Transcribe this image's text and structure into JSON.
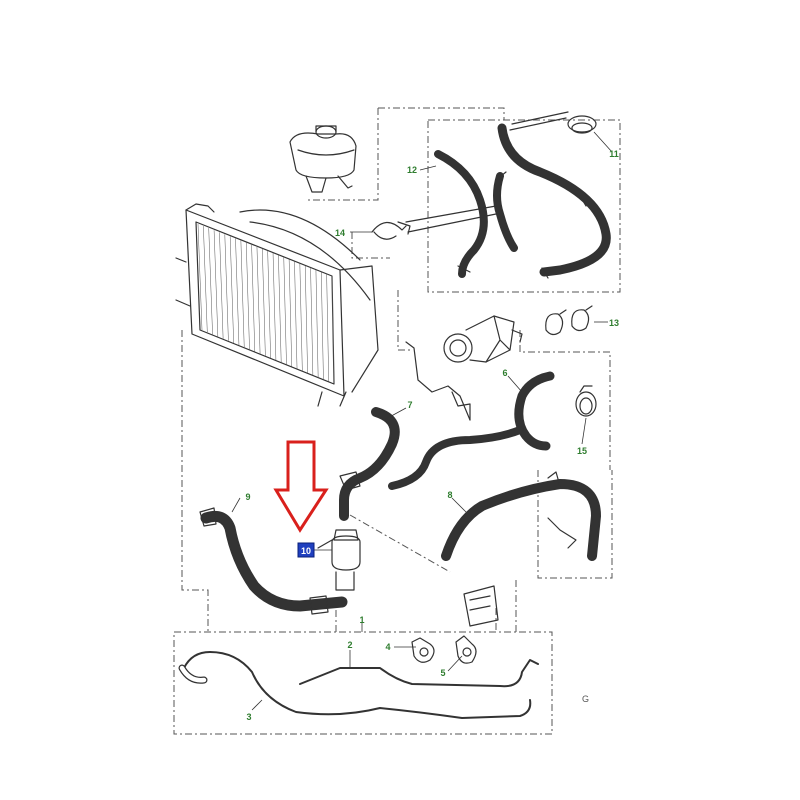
{
  "colors": {
    "callout_text": "#2f7d2f",
    "line": "#333333",
    "dashed": "#555555",
    "arrow": "#d9201c",
    "highlight_box": "#1f3fbf",
    "highlight_text": "#ffffff"
  },
  "callouts": [
    {
      "id": "1",
      "label": "1"
    },
    {
      "id": "2",
      "label": "2"
    },
    {
      "id": "3",
      "label": "3"
    },
    {
      "id": "4",
      "label": "4"
    },
    {
      "id": "5",
      "label": "5"
    },
    {
      "id": "6",
      "label": "6"
    },
    {
      "id": "7",
      "label": "7"
    },
    {
      "id": "8",
      "label": "8"
    },
    {
      "id": "9",
      "label": "9"
    },
    {
      "id": "11",
      "label": "11"
    },
    {
      "id": "12",
      "label": "12"
    },
    {
      "id": "13",
      "label": "13"
    },
    {
      "id": "14",
      "label": "14"
    },
    {
      "id": "15",
      "label": "15"
    }
  ],
  "highlighted_part": {
    "label": "10"
  },
  "drawing_number": "G"
}
